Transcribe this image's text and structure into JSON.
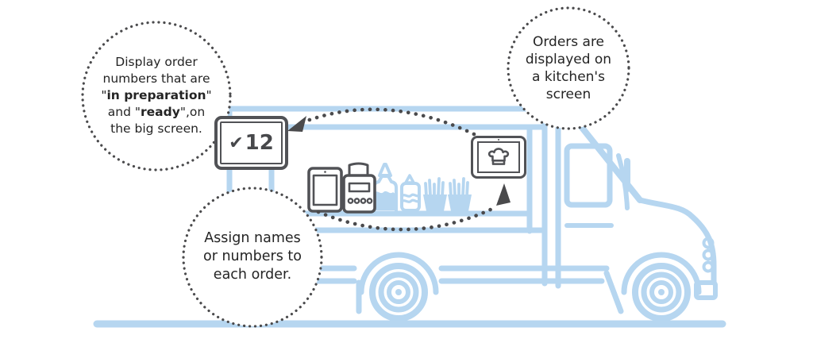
{
  "annotations": {
    "display_order": {
      "line1": "Display order",
      "line2": "numbers that are",
      "line3_pre": "\"",
      "line3_bold": "in preparation",
      "line3_post": "\"",
      "line4_pre": "and \"",
      "line4_bold": "ready",
      "line4_post": "\",on",
      "line5": "the big screen."
    },
    "kitchen_screen": {
      "lines": [
        "Orders are",
        "displayed on",
        "a kitchen's",
        "screen"
      ]
    },
    "assign_orders": {
      "lines": [
        "Assign names",
        "or numbers to",
        "each order."
      ]
    }
  },
  "big_screen": {
    "check_icon": "✔",
    "order_number": "12"
  },
  "icons": {
    "big_screen_status": "check-icon",
    "kitchen_display": "chef-hat-icon",
    "order_tablet": "tablet-icon",
    "receipt_printer": "receipt-printer-icon",
    "condiments": "sauce-bottle-icon",
    "fries": "fries-icon",
    "order_flow": "dotted-arrow-icon"
  },
  "colors": {
    "truck_blue": "#b6d6f0",
    "outline_dark": "#515256",
    "arrow_dark": "#4a4a4c",
    "text_dark": "#242424",
    "background": "#ffffff"
  }
}
